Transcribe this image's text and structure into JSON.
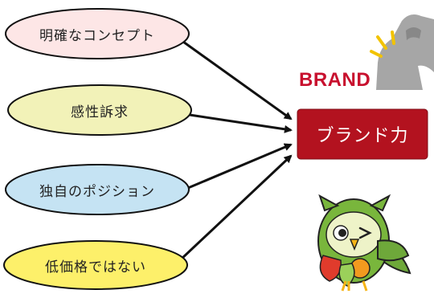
{
  "factors": [
    {
      "label": "明確なコンセプト",
      "color": "#fde6e6"
    },
    {
      "label": "感性訴求",
      "color": "#f2f2b8"
    },
    {
      "label": "独自のポジション",
      "color": "#c5e3f3"
    },
    {
      "label": "低価格ではない",
      "color": "#fdf06a"
    }
  ],
  "brand": {
    "word": "BRAND",
    "box_label": "ブランド力",
    "accent_color": "#c8102e",
    "box_color": "#b3121f"
  },
  "icons": {
    "arm": "flexed-arm-icon",
    "mascot": "owl-mascot-icon"
  }
}
